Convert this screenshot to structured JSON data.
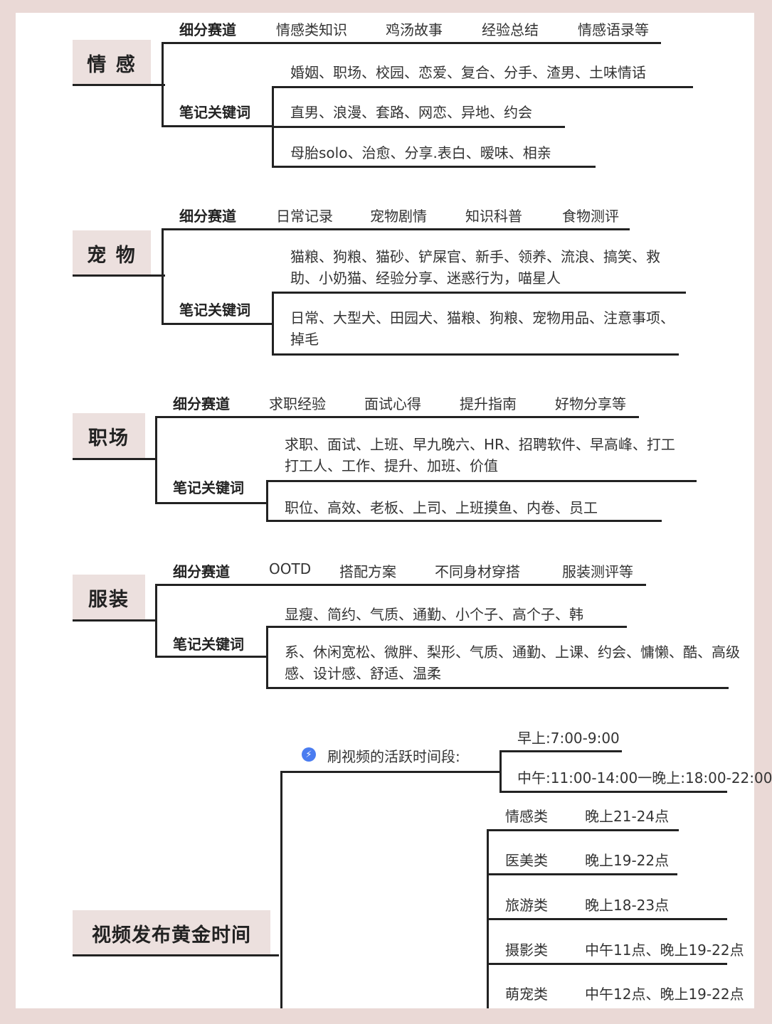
{
  "categories": [
    {
      "name": "情 感",
      "track_label": "细分赛道",
      "tracks": [
        "情感类知识",
        "鸡汤故事",
        "经验总结",
        "情感语录等"
      ],
      "kw_label": "笔记关键词",
      "keywords": [
        "婚姻、职场、校园、恋爱、复合、分手、渣男、土味情话",
        "直男、浪漫、套路、网恋、异地、约会",
        "母胎solo、治愈、分享.表白、暧味、相亲"
      ]
    },
    {
      "name": "宠 物",
      "track_label": "细分赛道",
      "tracks": [
        "日常记录",
        "宠物剧情",
        "知识科普",
        "食物测评"
      ],
      "kw_label": "笔记关键词",
      "keywords": [
        "猫粮、狗粮、猫砂、铲屎官、新手、领养、流浪、搞笑、救助、小奶猫、经验分享、迷惑行为，喵星人",
        "日常、大型犬、田园犬、猫粮、狗粮、宠物用品、注意事项、掉毛"
      ]
    },
    {
      "name": "职场",
      "track_label": "细分赛道",
      "tracks": [
        "求职经验",
        "面试心得",
        "提升指南",
        "好物分享等"
      ],
      "kw_label": "笔记关键词",
      "keywords": [
        "求职、面试、上班、早九晚六、HR、招聘软件、早高峰、打工打工人、工作、提升、加班、价值",
        "职位、高效、老板、上司、上班摸鱼、内卷、员工"
      ]
    },
    {
      "name": "服装",
      "track_label": "细分赛道",
      "tracks": [
        "OOTD",
        "搭配方案",
        "不同身材穿搭",
        "服装测评等"
      ],
      "kw_label": "笔记关键词",
      "keywords": [
        "显瘦、简约、气质、通勤、小个子、高个子、韩",
        "系、休闲宽松、微胖、梨形、气质、通勤、上课、约会、慵懒、酷、高级感、设计感、舒适、温柔"
      ]
    }
  ],
  "golden": {
    "title": "视频发布黄金时间",
    "active_label": "刷视频的活跃时间段:",
    "active_times": [
      "早上:7:00-9:00",
      "中午:11:00-14:00一晚上:18:00-22:00"
    ],
    "rows": [
      {
        "category": "情感类",
        "time": "晚上21-24点"
      },
      {
        "category": "医美类",
        "time": "晚上19-22点"
      },
      {
        "category": "旅游类",
        "time": "晚上18-23点"
      },
      {
        "category": "摄影类",
        "time": "中午11点、晚上19-22点"
      },
      {
        "category": "萌宠类",
        "time": "中午12点、晚上19-22点"
      }
    ],
    "bolt_icon": "lightning-icon",
    "bolt_color": "#4a7cf0"
  }
}
